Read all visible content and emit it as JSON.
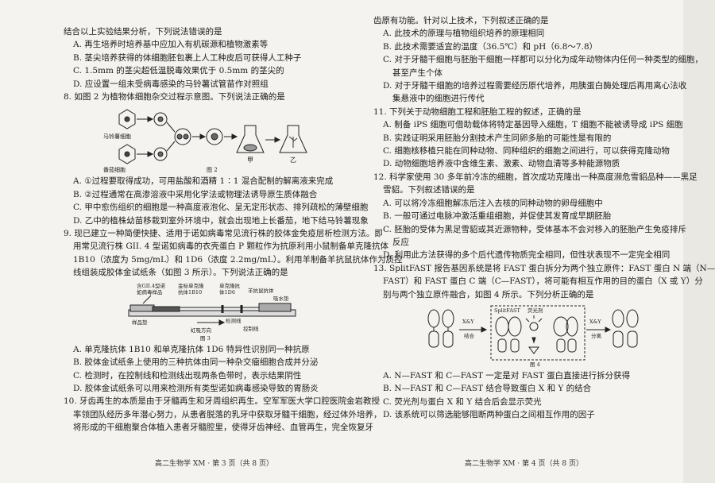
{
  "left": {
    "l1": "结合以上实验结果分析，下列说法错误的是",
    "q7a": "A. 再生培养时培养基中应加入有机碳源和植物激素等",
    "q7b": "B. 茎尖培养获得的体细胞胚包裹上人工种皮后可获得人工种子",
    "q7c": "C. 1.5mm 的茎尖超低温脱毒效果优于 0.5mm 的茎尖的",
    "q7d": "D. 应设置一组未受病毒感染的马铃薯试管苗作对照组",
    "q8": "8. 如图 2 为植物体细胞杂交过程示意图。下列说法正确的是",
    "fig2_cap": "图 2",
    "fig2_l1": "马铃薯细胞",
    "fig2_l2": "番茄细胞",
    "fig2_jia": "甲",
    "fig2_yi": "乙",
    "q8a": "A. ①过程要取得成功，可用盐酸和酒精 1∶1 混合配制的解离液来完成",
    "q8b": "B. ②过程通常在高渗溶液中采用化学法或物理法诱导原生质体融合",
    "q8c": "C. 甲中愈伤组织的细胞是一种高度液泡化、呈无定形状态、排列疏松的薄壁细胞",
    "q8d": "D. 乙中的植株幼苗移栽到室外环境中，就会出现地上长番茄，地下结马铃薯现象",
    "q9_1": "9. 现已建立一种简便快捷、适用于诺如病毒常见流行株的胶体金免疫层析检测方法。即",
    "q9_2": "用常见流行株 GII. 4 型诺如病毒的衣壳蛋白 P 颗粒作为抗原利用小鼠制备单克隆抗体",
    "q9_3": "1B10（浓度为 5mg/mL）和 1D6（浓度 2.2mg/mL）。利用羊制备羊抗鼠抗体作为质控",
    "q9_4": "线组装成胶体金试纸条（如图 3 所示）。下列说法正确的是",
    "fig3_cap": "图 3",
    "fig3_t1": "含GII.4型诺",
    "fig3_t1b": "如病毒样品",
    "fig3_t2": "金标单克隆",
    "fig3_t2b": "抗体1B10",
    "fig3_t3": "单克隆抗",
    "fig3_t3b": "体1D6",
    "fig3_t4": "羊抗鼠抗体",
    "fig3_t5": "吸水垫",
    "fig3_b1": "样品垫",
    "fig3_b2": "虹吸方向",
    "fig3_b3": "检测线",
    "fig3_b4": "控制线",
    "q9a": "A. 单克隆抗体 1B10 和单克隆抗体 1D6 特异性识别同一种抗原",
    "q9b": "B. 胶体金试纸条上使用的三种抗体由同一种杂交瘤细胞合成并分泌",
    "q9c": "C. 检测时，在控制线和检测线出现两条色带时，表示结果阴性",
    "q9d": "D. 胶体金试纸条可以用来检测所有类型诺如病毒感染导致的胃肠炎",
    "q10_1": "10. 牙齿再生的本质是由于牙髓再生和牙周组织再生。空军军医大学口腔医院金岩教授",
    "q10_2": "率领团队经历多年潜心努力，从患者脱落的乳牙中获取牙髓干细胞，经过体外培养，",
    "q10_3": "将形成的干细胞聚合体植入患者牙髓腔里，使得牙齿神经、血管再生，完全恢复牙",
    "footer": "高二生物学 XM · 第 3 页（共 8 页）"
  },
  "right": {
    "r1": "齿原有功能。针对以上技术，下列叙述正确的是",
    "q10a": "A. 此技术的原理与植物组织培养的原理相同",
    "q10b": "B. 此技术需要适宜的温度（36.5℃）和 pH（6.8～7.8）",
    "q10c1": "C. 对于牙髓干细胞与胚胎干细胞一样都可以分化为成年动物体内任何一种类型的细胞，",
    "q10c2": "甚至产生个体",
    "q10d1": "D. 对于牙髓干细胞的培养过程需要经历原代培养，用胰蛋白酶处理后再用离心法收",
    "q10d2": "集悬液中的细胞进行传代",
    "q11": "11. 下列关于动物细胞工程和胚胎工程的叙述，正确的是",
    "q11a": "A. 制备 iPS 细胞可借助载体将特定基因导入细胞，T 细胞不能被诱导成 iPS 细胞",
    "q11b": "B. 实践证明采用胚胎分割技术产生同卵多胎的可能性是有限的",
    "q11c": "C. 细胞核移植只能在同种动物、同种组织的细胞之间进行，可以获得克隆动物",
    "q11d": "D. 动物细胞培养液中含维生素、激素、动物血清等多种能源物质",
    "q12_1": "12. 科学家使用 30 多年前冷冻的细胞，首次成功克隆出一种高度濒危雪貂品种——黑足",
    "q12_2": "雪貂。下列叙述错误的是",
    "q12a": "A. 可以将冷冻细胞解冻后注入去核的同种动物的卵母细胞中",
    "q12b": "B. 一般可通过电脉冲激活重组细胞，并促使其发育成早期胚胎",
    "q12c1": "C. 胚胎的受体为黑足雪貂或其近源物种，受体基本不会对移入的胚胎产生免疫排斥",
    "q12c2": "反应",
    "q12d": "D. 利用此方法获得的多个后代遗传物质完全相同，但性状表现不一定完全相同",
    "q13_1": "13. SplitFAST 报告基因系统是将 FAST 蛋白拆分为两个独立原件：FAST 蛋白 N 端（N—",
    "q13_2": "FAST）和 FAST 蛋白 C 端（C—FAST），将可能有相互作用的目的蛋白（X 或 Y）分",
    "q13_3": "别与两个独立原件融合，如图 4 所示。下列分析正确的是",
    "fig4_cap": "图 4",
    "fig4_title": "SplitFAST",
    "fig4_dye": "荧光剂",
    "fig4_bind": "X&Y",
    "fig4_bind2": "结合",
    "fig4_sep": "X&Y",
    "fig4_sep2": "分离",
    "q13a": "A. N—FAST 和 C—FAST 一定是对 FAST 蛋白直接进行拆分获得",
    "q13b": "B. N—FAST 和 C—FAST 结合导致蛋白 X 和 Y 的结合",
    "q13c": "C. 荧光剂与蛋白 X 和 Y 结合后会显示荧光",
    "q13d": "D. 该系统可以筛选能够阻断两种蛋白之间相互作用的因子",
    "footer": "高二生物学 XM · 第 4 页（共 8 页）"
  },
  "colors": {
    "ink": "#1c1c1c",
    "paper": "#f4f3ef"
  }
}
